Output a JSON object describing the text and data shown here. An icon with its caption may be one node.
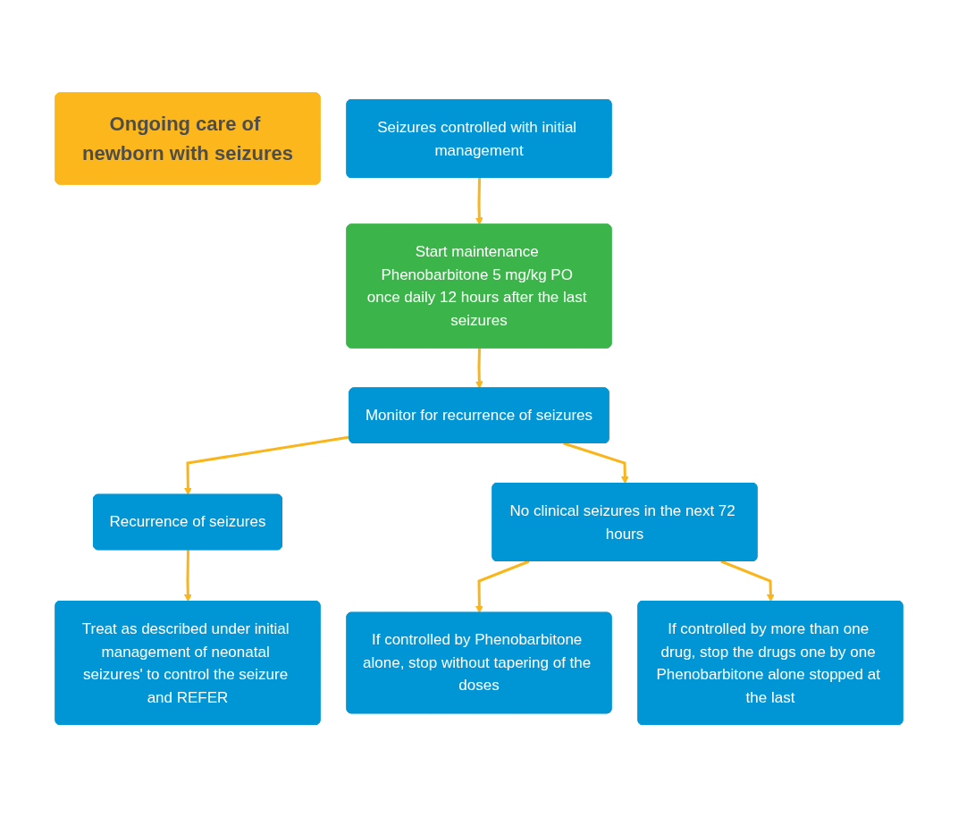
{
  "diagram": {
    "nodes": [
      {
        "text": [
          "Ongoing care of newborn with seizures"
        ]
      },
      {
        "text": [
          "Seizures controlled with initial management"
        ]
      },
      {
        "text": [
          "Start maintenance Phenobarbitone 5 mg/kg PO once daily 12 hours after the last seizures"
        ]
      },
      {
        "text": [
          "Monitor for recurrence of seizures"
        ]
      },
      {
        "text": [
          "Recurrence of seizures"
        ]
      },
      {
        "text": [
          "No clinical seizures in the next 72 hours"
        ]
      },
      {
        "text": [
          "Treat as described under initial management of neonatal seizures' to control the seizure and REFER"
        ]
      },
      {
        "text": [
          "If controlled by Phenobarbitone alone, stop without tapering of the doses"
        ]
      },
      {
        "text": [
          "If controlled by more than one drug, stop the drugs one by one Phenobarbitone alone stopped at the last"
        ]
      }
    ],
    "edges": [
      {
        "from": 1,
        "to": 2,
        "arrow": "to"
      },
      {
        "from": 2,
        "to": 3,
        "arrow": "to"
      },
      {
        "from": 3,
        "to": 4,
        "arrow": "to"
      },
      {
        "from": 3,
        "to": 5,
        "arrow": "to"
      },
      {
        "from": 4,
        "to": 6,
        "arrow": "to"
      },
      {
        "from": 5,
        "to": 7,
        "arrow": "to"
      },
      {
        "from": 5,
        "to": 8,
        "arrow": "to"
      }
    ]
  }
}
